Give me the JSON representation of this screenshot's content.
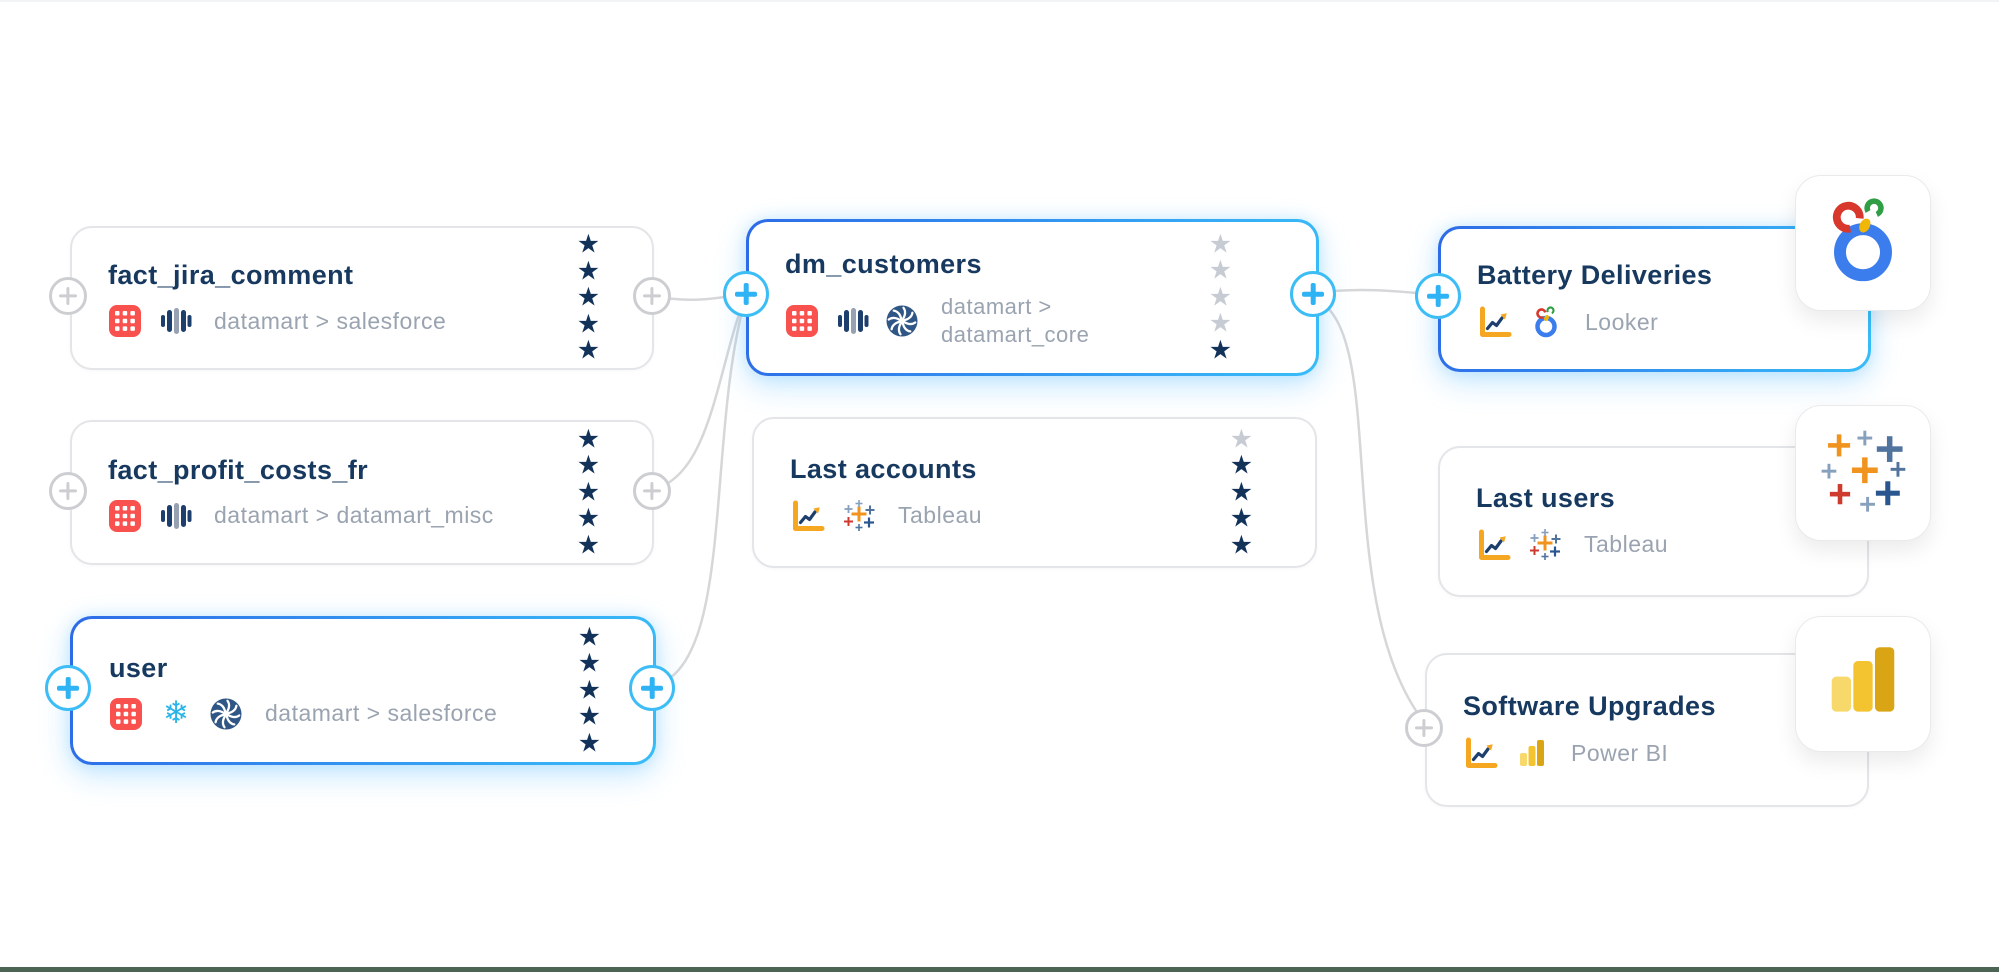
{
  "diagram": {
    "nodes": [
      {
        "id": "fact_jira_comment",
        "title": "fact_jira_comment",
        "subtitle": "datamart > salesforce",
        "icons": [
          "table-icon",
          "warehouse-icon"
        ],
        "rating": [
          "filled",
          "filled",
          "filled",
          "filled",
          "filled"
        ],
        "highlighted": false
      },
      {
        "id": "fact_profit_costs_fr",
        "title": "fact_profit_costs_fr",
        "subtitle": "datamart > datamart_misc",
        "icons": [
          "table-icon",
          "warehouse-icon"
        ],
        "rating": [
          "filled",
          "filled",
          "filled",
          "filled",
          "filled"
        ],
        "highlighted": false
      },
      {
        "id": "user",
        "title": "user",
        "subtitle": "datamart > salesforce",
        "icons": [
          "table-icon",
          "snowflake-icon",
          "pinwheel-icon"
        ],
        "rating": [
          "filled",
          "filled",
          "filled",
          "filled",
          "filled"
        ],
        "highlighted": true
      },
      {
        "id": "dm_customers",
        "title": "dm_customers",
        "subtitle": "datamart > datamart_core",
        "icons": [
          "table-icon",
          "warehouse-icon",
          "pinwheel-icon"
        ],
        "rating": [
          "empty",
          "empty",
          "empty",
          "empty",
          "filled"
        ],
        "highlighted": true
      },
      {
        "id": "last_accounts",
        "title": "Last accounts",
        "subtitle": "Tableau",
        "icons": [
          "chart-icon",
          "tableau-icon"
        ],
        "rating": [
          "empty",
          "filled",
          "filled",
          "filled",
          "filled"
        ],
        "highlighted": false
      },
      {
        "id": "battery_deliveries",
        "title": "Battery Deliveries",
        "subtitle": "Looker",
        "icons": [
          "chart-icon",
          "looker-icon"
        ],
        "rating": [],
        "highlighted": true
      },
      {
        "id": "last_users",
        "title": "Last users",
        "subtitle": "Tableau",
        "icons": [
          "chart-icon",
          "tableau-icon"
        ],
        "rating": [],
        "highlighted": false
      },
      {
        "id": "software_upgrades",
        "title": "Software Upgrades",
        "subtitle": "Power BI",
        "icons": [
          "chart-icon",
          "powerbi-icon"
        ],
        "rating": [],
        "highlighted": false
      }
    ],
    "connections": [
      {
        "from": "fact_jira_comment",
        "to": "dm_customers"
      },
      {
        "from": "fact_profit_costs_fr",
        "to": "dm_customers"
      },
      {
        "from": "user",
        "to": "dm_customers"
      },
      {
        "from": "dm_customers",
        "to": "battery_deliveries"
      },
      {
        "from": "dm_customers",
        "to": "software_upgrades"
      }
    ],
    "badges": [
      {
        "tool": "Looker"
      },
      {
        "tool": "Tableau"
      },
      {
        "tool": "Power BI"
      }
    ],
    "colors": {
      "accent_blue": "#2e6be7",
      "accent_cyan": "#38bdf8",
      "star_filled": "#12325a",
      "star_empty": "#c6cbd4",
      "title": "#17395f",
      "subtitle": "#9aa3b0",
      "wire": "#d6d7d9",
      "bottom_line": "#4b6453",
      "table_icon_red": "#f8514e",
      "snowflake_cyan": "#29b5e8",
      "chart_orange": "#f6a722"
    }
  }
}
